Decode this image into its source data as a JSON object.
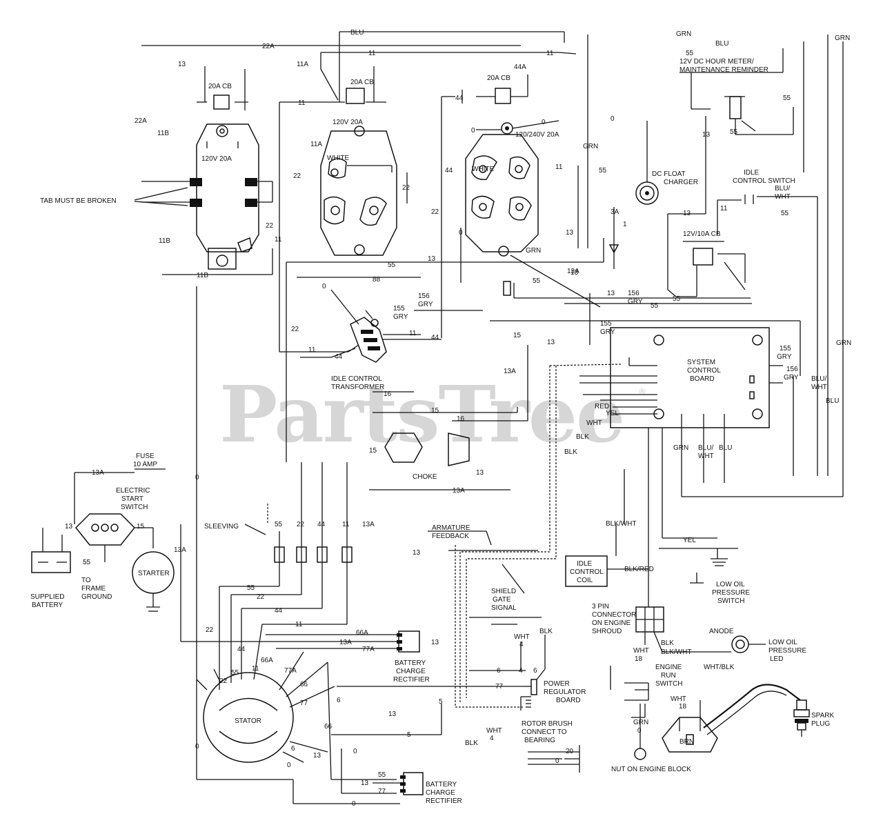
{
  "watermark": {
    "text": "PartsTree",
    "mark": "®"
  },
  "components": {
    "cb_20a_left": "20A CB",
    "cb_20a_center": "20A CB",
    "cb_20a_right": "20A CB",
    "outlet_120v_left": "120V 20A",
    "outlet_120v_center": "120V 20A",
    "outlet_240v": "120/240V 20A",
    "outlet_white_center": "WHITE",
    "outlet_white_right": "WHITE",
    "tab_note": "TAB MUST BE BROKEN",
    "reminder_line1": "12V DC HOUR METER/",
    "reminder_line2": "MAINTENANCE REMINDER",
    "charger_line1": "DC FLOAT",
    "charger_line2": "CHARGER",
    "idle_switch_line1": "IDLE",
    "idle_switch_line2": "CONTROL SWITCH",
    "cb_12v": "12V/10A CB",
    "control_board_line1": "SYSTEM",
    "control_board_line2": "CONTROL",
    "control_board_line3": "BOARD",
    "transformer_line1": "IDLE CONTROL",
    "transformer_line2": "TRANSFORMER",
    "choke": "CHOKE",
    "fuse_line1": "FUSE",
    "fuse_line2": "10 AMP",
    "start_switch_line1": "ELECTRIC",
    "start_switch_line2": "START",
    "start_switch_line3": "SWITCH",
    "starter": "STARTER",
    "battery_line1": "SUPPLIED",
    "battery_line2": "BATTERY",
    "frame_ground_line1": "TO",
    "frame_ground_line2": "FRAME",
    "frame_ground_line3": "GROUND",
    "sleeving": "SLEEVING",
    "stator": "STATOR",
    "rectifier_top_line1": "BATTERY",
    "rectifier_top_line2": "CHARGE",
    "rectifier_top_line3": "RECTIFIER",
    "rectifier_bottom_line1": "BATTERY",
    "rectifier_bottom_line2": "CHARGE",
    "rectifier_bottom_line3": "RECTIFIER",
    "armature_line1": "ARMATURE",
    "armature_line2": "FEEDBACK",
    "shield_line1": "SHIELD",
    "shield_line2": "GATE",
    "shield_line3": "SIGNAL",
    "regulator_line1": "POWER",
    "regulator_line2": "REGULATOR",
    "regulator_line3": "BOARD",
    "brush_line1": "ROTOR BRUSH",
    "brush_line2": "CONNECT TO",
    "brush_line3": "BEARING",
    "idle_coil_line1": "IDLE",
    "idle_coil_line2": "CONTROL",
    "idle_coil_line3": "COIL",
    "low_oil_switch_line1": "LOW OIL",
    "low_oil_switch_line2": "PRESSURE",
    "low_oil_switch_line3": "SWITCH",
    "pin_conn_line1": "3 PIN",
    "pin_conn_line2": "CONNECTOR",
    "pin_conn_line3": "ON ENGINE",
    "pin_conn_line4": "SHROUD",
    "anode": "ANODE",
    "low_oil_led_line1": "LOW OIL",
    "low_oil_led_line2": "PRESSURE",
    "low_oil_led_line3": "LED",
    "engine_run_line1": "ENGINE",
    "engine_run_line2": "RUN",
    "engine_run_line3": "SWITCH",
    "nut_block": "NUT ON ENGINE BLOCK",
    "spark_line1": "SPARK",
    "spark_line2": "PLUG"
  },
  "wires": {
    "w_22a": "22A",
    "w_blu_top": "BLU",
    "w_11a_topline": "11",
    "w_11_topright": "11",
    "w_13_tl": "13",
    "w_11a_tl": "11A",
    "w_22a_left": "22A",
    "w_11b_top": "11B",
    "w_11b_bot": "11B",
    "w_11b_low": "11B",
    "w_11_cb": "11",
    "w_44_cb": "44",
    "w_44a": "44A",
    "w_0_a": "0",
    "w_0_b": "0",
    "w_0_c": "0",
    "w_grn_mid": "GRN",
    "w_11_mid": "11",
    "w_55_mid": "55",
    "w_13_mid": "13",
    "w_22_a": "22",
    "w_22_b": "22",
    "w_22_c": "22",
    "w_44_vert": "44",
    "w_22_vert": "22",
    "w_11_vert": "11",
    "w_0_vert": "0",
    "w_gnd_grn": "GRN",
    "w_13_lower": "13",
    "w_11a_lower": "11A",
    "w_55_long": "55",
    "w_13_long": "13",
    "w_13_b": "13",
    "w_88": "88",
    "w_0_t": "0",
    "w_156_gry_a1": "156",
    "w_156_gry_a2": "GRY",
    "w_155_gry_a1": "155",
    "w_155_gry_a2": "GRY",
    "w_156_gry_b1": "156",
    "w_156_gry_b2": "GRY",
    "w_155_gry_b1": "155",
    "w_155_gry_b2": "GRY",
    "w_55_cb1": "55",
    "w_55_cb2": "55",
    "w_55_cb3": "55",
    "w_13_cb": "13",
    "w_11_t": "11",
    "w_44_t": "44",
    "w_44_t2": "44",
    "w_11_t2": "11",
    "w_15_a": "15",
    "w_13_c": "13",
    "w_13a_b": "13A",
    "w_13_d": "13",
    "w_16": "16",
    "w_15_b": "15",
    "w_16_b": "16",
    "w_15_choke": "15",
    "w_13_choke": "13",
    "w_13a_c": "13A",
    "w_155_gry_c1": "155",
    "w_155_gry_c2": "GRY",
    "w_156_gry_c1": "156",
    "w_156_gry_c2": "GRY",
    "w_blu_wht_r1": "BLU/",
    "w_blu_wht_r2": "WHT",
    "w_blu_r": "BLU",
    "w_grn_far": "GRN",
    "w_grn_top": "GRN",
    "w_blu_top_r": "BLU",
    "w_55_top": "55",
    "w_55_hm": "55",
    "w_55_hm2": "55",
    "w_13_hm": "13",
    "w_11_sw": "11",
    "w_55_sw": "55",
    "w_blu_wht_sw1": "BLU/",
    "w_blu_wht_sw2": "WHT",
    "w_red": "RED",
    "w_yel": "YEL",
    "w_wht": "WHT",
    "w_blk": "BLK",
    "w_blk_b": "BLK",
    "w_grn_b": "GRN",
    "w_blu_wht_b1": "BLU/",
    "w_blu_wht_b2": "WHT",
    "w_blu_b": "BLU",
    "w_13a_fuse": "13A",
    "w_13_st": "13",
    "w_15_st": "15",
    "w_55_st": "55",
    "w_13a_st": "13A",
    "w_0_st": "0",
    "w_55_sl": "55",
    "w_22_sl": "22",
    "w_44_sl": "44",
    "w_11_sl": "11",
    "w_13a_sl": "13A",
    "w_55_h": "55",
    "w_22_h": "22",
    "w_44_h": "44",
    "w_11_h": "11",
    "w_66a": "66A",
    "w_77a": "77A",
    "w_13a_h": "13A",
    "w_13_rect": "13",
    "w_22_stator": "22",
    "w_44_stator": "44",
    "w_55_stator": "55",
    "w_11_stator": "11",
    "w_66a_stator": "66A",
    "w_77a_stator": "77A",
    "w_66_stator": "66",
    "w_77_stator": "77",
    "w_6_stator": "6",
    "w_0_stator": "0",
    "w_13_s2": "13",
    "w_66_b": "66",
    "w_77_b": "77",
    "w_55_b": "55",
    "w_13_b2": "13",
    "w_0_bottom": "0",
    "w_0_s": "0",
    "w_13_mid2": "13",
    "w_6_a": "6",
    "w_6_b": "6",
    "w_5": "5",
    "w_5_b": "5",
    "w_4": "4",
    "w_wht4_a1": "WHT",
    "w_wht4_a2": "4",
    "w_wht4_b1": "WHT",
    "w_wht4_b2": "4",
    "w_blk_reg": "BLK",
    "w_blk_bottom": "BLK",
    "w_0_reg": "0",
    "w_20": "20",
    "w_blk_wht": "BLK/WHT",
    "w_blk_red": "BLK/RED",
    "w_yel_right": "YEL",
    "w_blk_pin": "BLK",
    "w_blk_wht_pin": "BLK/WHT",
    "w_wht_pin1": "WHT",
    "w_wht_pin2": "18",
    "w_wht_blk": "WHT/BLK",
    "w_wht_18": "WHT",
    "w_wht_18b": "18",
    "w_grn_nut": "GRN",
    "w_0_nut": "0",
    "w_brn": "BRN",
    "w_grn_cb": "GRN",
    "w_13a_mid": "13A",
    "w_13a_low": "13A",
    "w_13_low": "13",
    "w_13_reg": "13",
    "w_0_mid": "0",
    "w_3a": "3A",
    "w_1": "1"
  }
}
